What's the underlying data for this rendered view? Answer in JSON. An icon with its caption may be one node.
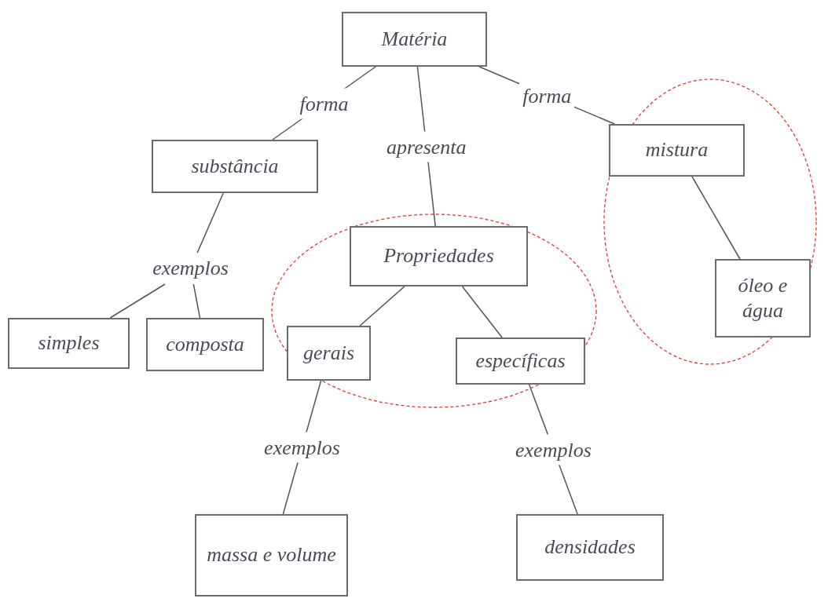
{
  "diagram": {
    "nodes": [
      {
        "text": [
          "Matéria"
        ]
      },
      {
        "text": [
          "substância"
        ]
      },
      {
        "text": [],
        "shape": "ellipse"
      },
      {
        "text": [
          "mistura"
        ],
        "in": 2
      },
      {
        "text": [
          "exemplos"
        ]
      },
      {
        "text": [],
        "shape": "ellipse"
      },
      {
        "text": [
          "Propriedades"
        ],
        "in": 5
      },
      {
        "text": [
          "óleo e água"
        ],
        "in": 2
      },
      {
        "text": [
          "simples"
        ]
      },
      {
        "text": [
          "composta"
        ]
      },
      {
        "text": [
          "gerais"
        ],
        "in": 5
      },
      {
        "text": [
          "específicas"
        ],
        "in": 5
      },
      {
        "text": [
          "massa e volume"
        ]
      },
      {
        "text": [
          "densidades"
        ]
      }
    ],
    "edges": [
      {
        "from": 0,
        "to": 1,
        "arrow": "none",
        "label": "forma"
      },
      {
        "from": 0,
        "to": 3,
        "arrow": "none",
        "label": "forma"
      },
      {
        "from": 0,
        "to": 6,
        "arrow": "none",
        "label": "apresenta"
      },
      {
        "from": 1,
        "to": 4,
        "arrow": "none"
      },
      {
        "from": 4,
        "to": 8,
        "arrow": "none"
      },
      {
        "from": 4,
        "to": 9,
        "arrow": "none"
      },
      {
        "from": 3,
        "to": 7,
        "arrow": "none"
      },
      {
        "from": 6,
        "to": 10,
        "arrow": "none"
      },
      {
        "from": 6,
        "to": 11,
        "arrow": "none"
      },
      {
        "from": 10,
        "to": 12,
        "arrow": "none",
        "label": "exemplos"
      },
      {
        "from": 11,
        "to": 13,
        "arrow": "none",
        "label": "exemplos"
      }
    ]
  }
}
